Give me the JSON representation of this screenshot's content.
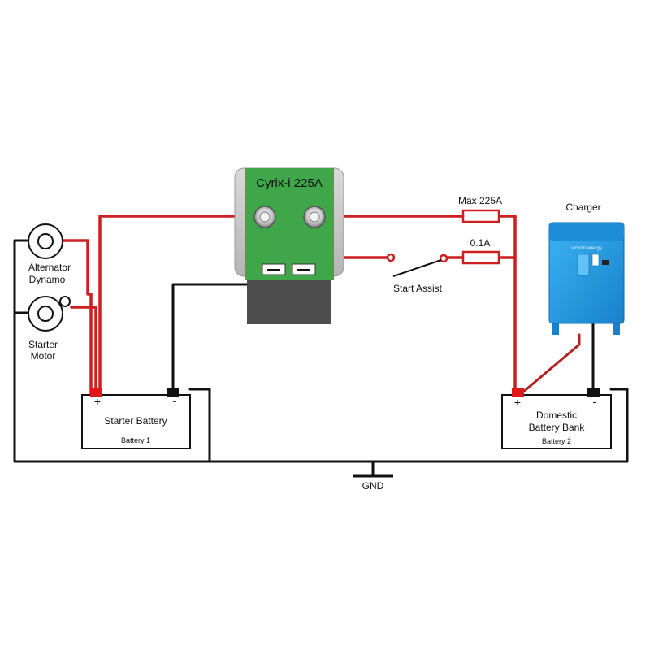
{
  "relay": {
    "title": "Cyrix-i 225A"
  },
  "fuses": {
    "main_label": "Max 225A",
    "assist_label": "0.1A"
  },
  "switch": {
    "label": "Start Assist"
  },
  "charger": {
    "title": "Charger",
    "brand": "victron energy"
  },
  "alternator": {
    "line1": "Alternator",
    "line2": "Dynamo"
  },
  "starter_motor": {
    "line1": "Starter",
    "line2": "Motor"
  },
  "battery1": {
    "name": "Starter Battery",
    "sub": "Battery 1",
    "plus": "+",
    "minus": "-"
  },
  "battery2": {
    "line1": "Domestic",
    "line2": "Battery Bank",
    "sub": "Battery 2",
    "plus": "+",
    "minus": "-"
  },
  "ground": {
    "label": "GND"
  },
  "colors": {
    "positive_wire": "#cc1f1f",
    "negative_wire": "#111111",
    "relay_board": "#3fa64a",
    "charger_body": "#1f9be0"
  }
}
